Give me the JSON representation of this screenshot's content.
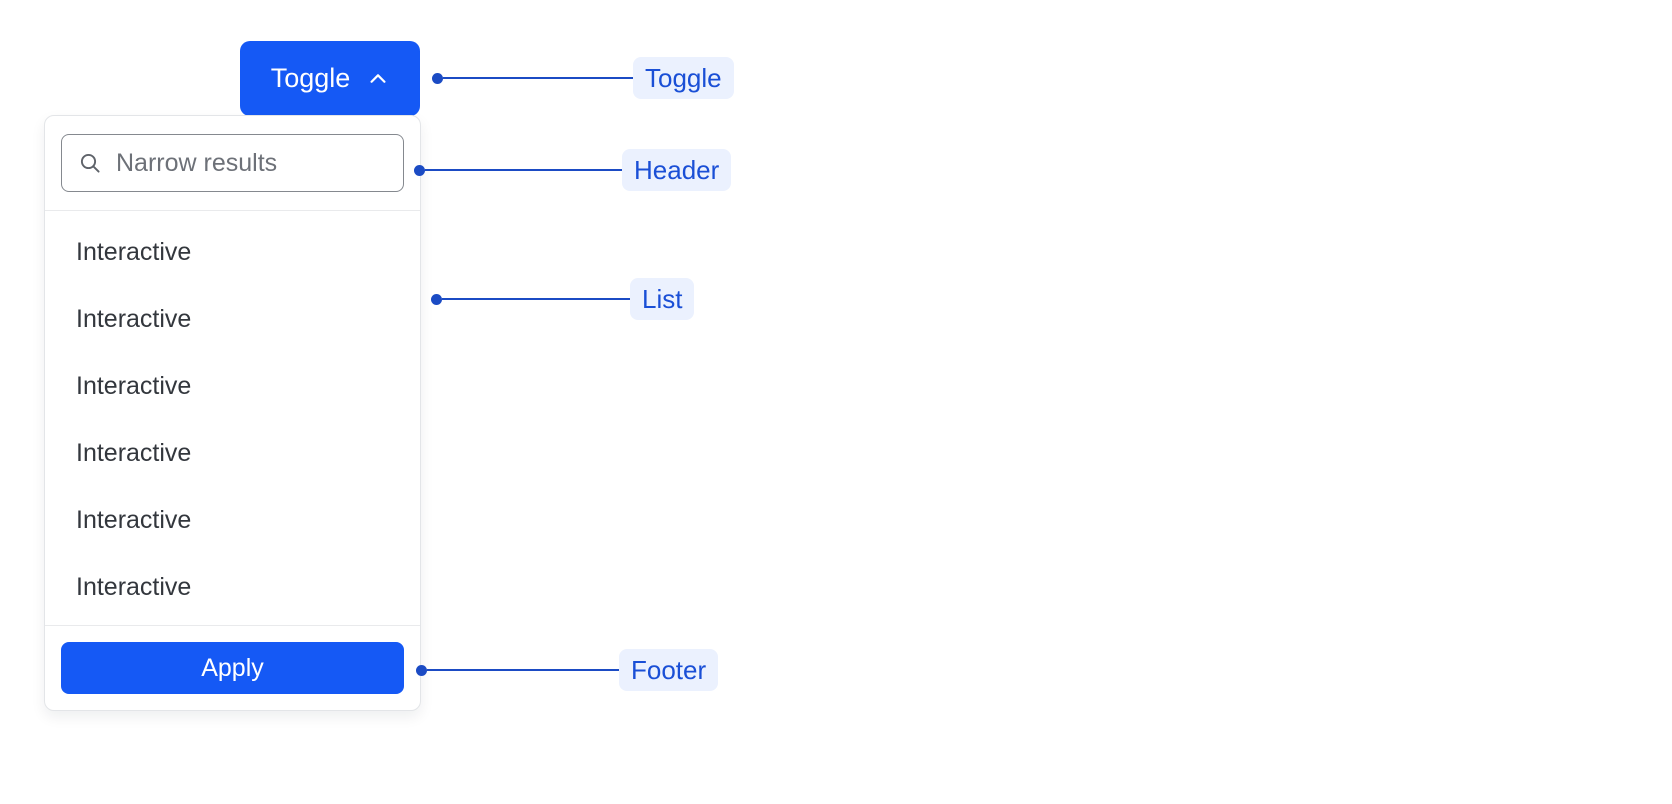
{
  "toggle": {
    "label": "Toggle",
    "icon": "chevron-up-icon",
    "expanded": true,
    "background_color": "#1559F5",
    "text_color": "#FFFFFF"
  },
  "panel": {
    "header": {
      "search": {
        "icon": "search-icon",
        "placeholder": "Narrow results",
        "value": ""
      }
    },
    "list": {
      "items": [
        {
          "label": "Interactive"
        },
        {
          "label": "Interactive"
        },
        {
          "label": "Interactive"
        },
        {
          "label": "Interactive"
        },
        {
          "label": "Interactive"
        },
        {
          "label": "Interactive"
        }
      ]
    },
    "footer": {
      "apply_label": "Apply",
      "background_color": "#1559F5",
      "text_color": "#FFFFFF"
    }
  },
  "annotations": {
    "accent_color": "#1B4BC4",
    "badge_background": "#EBF1FE",
    "badge_text_color": "#1A4FD6",
    "items": [
      {
        "label": "Toggle",
        "target": "toggle-button"
      },
      {
        "label": "Header",
        "target": "panel-header"
      },
      {
        "label": "List",
        "target": "panel-list"
      },
      {
        "label": "Footer",
        "target": "panel-footer"
      }
    ]
  }
}
